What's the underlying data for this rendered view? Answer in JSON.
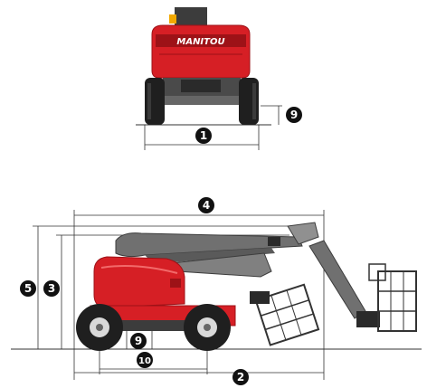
{
  "brand": "MANITOU",
  "colors": {
    "body": "#d61f25",
    "body_dark": "#9d1217",
    "boom": "#707070",
    "boom_dark": "#3c3c3c",
    "tire": "#1f1f1f",
    "line": "#333333",
    "beacon": "#f2a900"
  },
  "callouts": {
    "front_ground_clearance": "9",
    "front_width": "1",
    "total_length": "4",
    "overall_height_a": "5",
    "overall_height_b": "3",
    "side_ground_clearance": "9",
    "wheelbase": "10",
    "stowed_length": "2"
  },
  "icons": [
    "amber-beacon-icon",
    "wheel-hub-icon"
  ]
}
